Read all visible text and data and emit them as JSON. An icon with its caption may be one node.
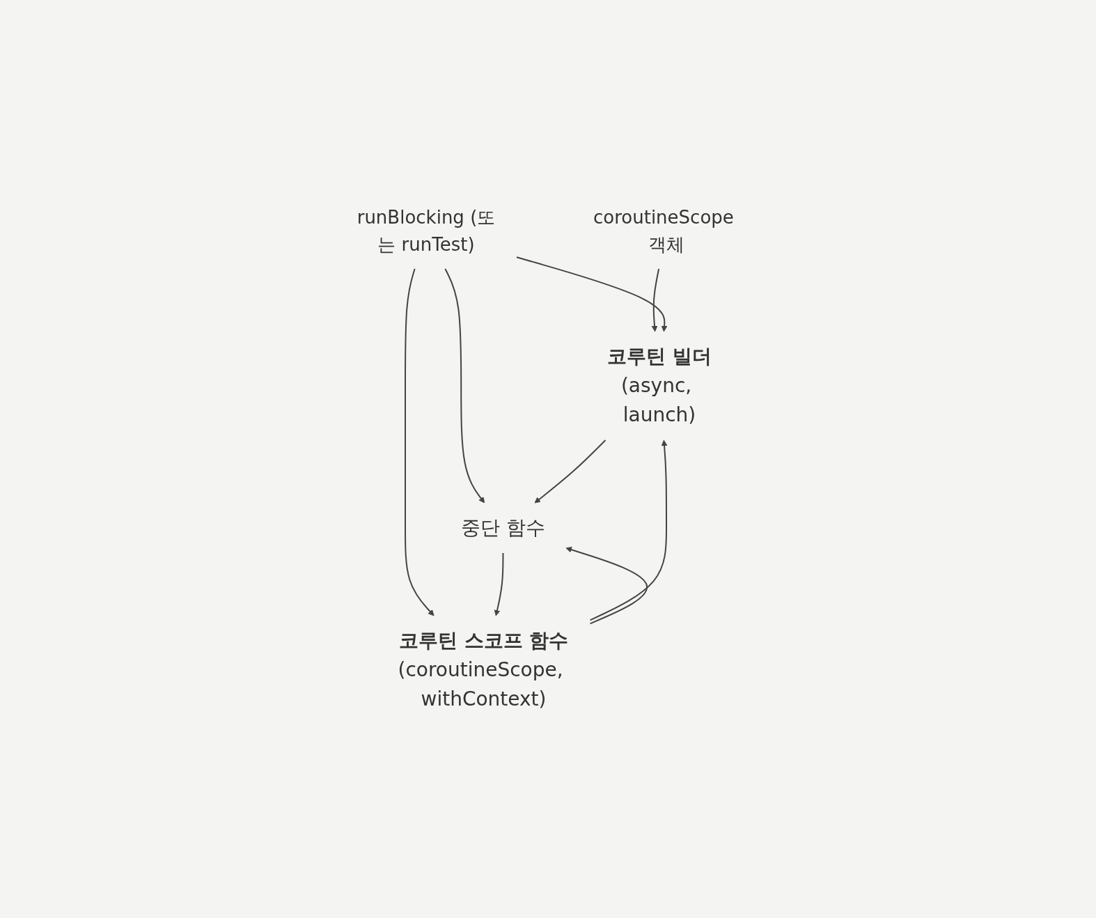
{
  "diagram": {
    "nodes": [
      {
        "text": [
          "coroutineScope 객체"
        ]
      },
      {
        "text": [
          "runBlocking (또는 runTest)"
        ]
      },
      {
        "text": [
          "코루틴 빌더",
          "(async, launch)"
        ]
      },
      {
        "text": [
          "중단 함수"
        ]
      },
      {
        "text": [
          "코루틴 스코프 함수",
          "(coroutineScope, withContext)"
        ]
      }
    ],
    "edges": [
      {
        "from": 0,
        "to": 2,
        "arrow": "to"
      },
      {
        "from": 1,
        "to": 2,
        "arrow": "to"
      },
      {
        "from": 1,
        "to": 3,
        "arrow": "to"
      },
      {
        "from": 1,
        "to": 4,
        "arrow": "to"
      },
      {
        "from": 2,
        "to": 3,
        "arrow": "to"
      },
      {
        "from": 3,
        "to": 4,
        "arrow": "to"
      },
      {
        "from": 4,
        "to": 2,
        "arrow": "to"
      },
      {
        "from": 4,
        "to": 3,
        "arrow": "to"
      }
    ]
  }
}
